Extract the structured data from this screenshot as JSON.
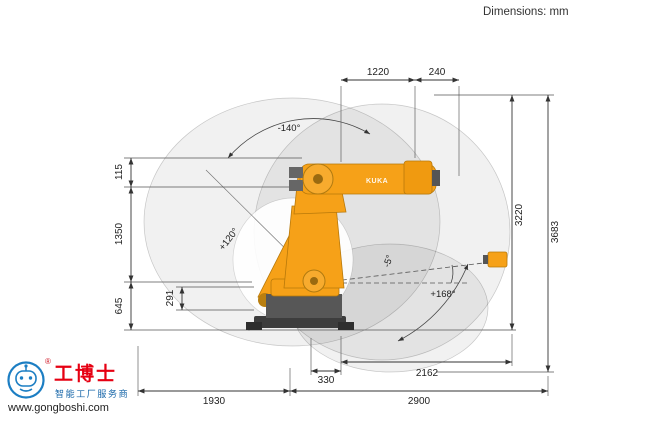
{
  "header": {
    "dimensions_label": "Dimensions: mm"
  },
  "robot": {
    "brand": "KUKA"
  },
  "dims": {
    "d1220": "1220",
    "d240": "240",
    "d115": "115",
    "d1350": "1350",
    "d645": "645",
    "d291": "291",
    "d3220": "3220",
    "d3683": "3683",
    "d330": "330",
    "d2162": "2162",
    "d1930": "1930",
    "d2900": "2900"
  },
  "angles": {
    "a140": "-140°",
    "a120": "+120°",
    "a5": "-5°",
    "a168": "+168°"
  },
  "logo": {
    "brand": "工博士",
    "registered": "®",
    "tagline": "智能工厂服务商",
    "url": "www.gongboshi.com"
  },
  "colors": {
    "kuka_orange": "#F6A118",
    "envelope_gray": "#e9e9e9",
    "brand_red": "#e60012",
    "brand_blue": "#1565a8"
  }
}
